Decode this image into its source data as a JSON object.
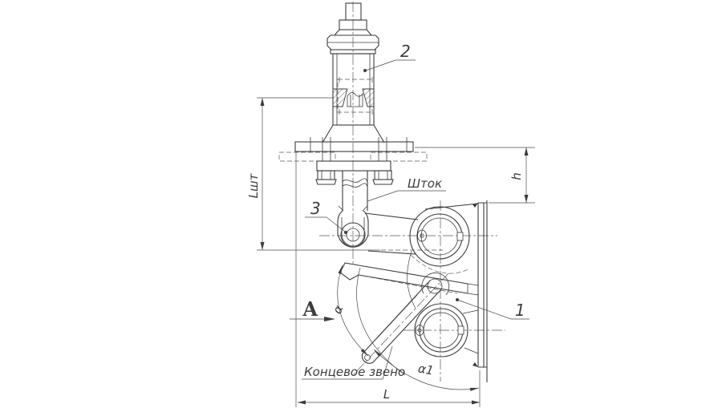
{
  "drawing": {
    "title": "Valve actuator and lever bracket assembly drawing",
    "callouts": {
      "part1": "1",
      "part2": "2",
      "part3": "3"
    },
    "labels": {
      "stem": "Шток",
      "end_link": "Концевое звено",
      "view": "А"
    },
    "angles": {
      "alpha": "α",
      "alpha1": "α1"
    },
    "dimensions": {
      "overall_length": "L",
      "stem_travel": "Lшт",
      "height": "h"
    },
    "colors": {
      "line": "#3c3c3c",
      "background": "#ffffff"
    }
  }
}
